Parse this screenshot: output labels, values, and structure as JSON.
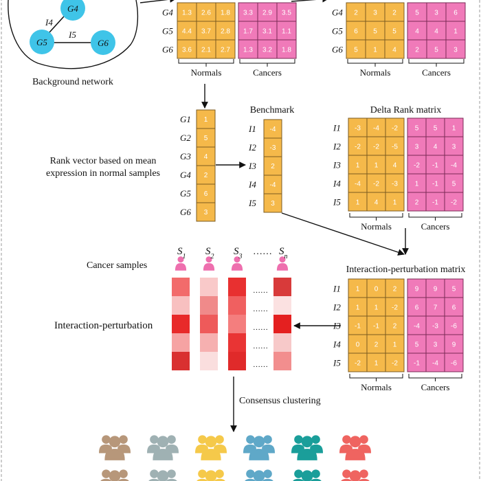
{
  "colors": {
    "normal_fill": "#f5b94a",
    "normal_stroke": "#7a5a20",
    "cancer_fill": "#f07ab9",
    "cancer_stroke": "#7a2a55",
    "node_fill": "#3fc4e8",
    "person_pink": "#ee6fae",
    "dashed_border": "#9a9a9a"
  },
  "network": {
    "caption": "Background network",
    "nodes": [
      "G4",
      "G5",
      "G6"
    ],
    "edges": [
      "I4",
      "I5"
    ]
  },
  "expression_matrix": {
    "rows": [
      "G4",
      "G5",
      "G6"
    ],
    "normals": [
      [
        "1.3",
        "2.6",
        "1.8"
      ],
      [
        "4.4",
        "3.7",
        "2.8"
      ],
      [
        "3.6",
        "2.1",
        "2.7"
      ]
    ],
    "cancers": [
      [
        "3.3",
        "2.9",
        "3.5"
      ],
      [
        "1.7",
        "3.1",
        "1.1"
      ],
      [
        "1.3",
        "3.2",
        "1.8"
      ]
    ],
    "normals_label": "Normals",
    "cancers_label": "Cancers"
  },
  "rank_matrix": {
    "rows": [
      "G4",
      "G5",
      "G6"
    ],
    "normals": [
      [
        "2",
        "3",
        "2"
      ],
      [
        "6",
        "5",
        "5"
      ],
      [
        "5",
        "1",
        "4"
      ]
    ],
    "cancers": [
      [
        "5",
        "3",
        "6"
      ],
      [
        "4",
        "4",
        "1"
      ],
      [
        "2",
        "5",
        "3"
      ]
    ],
    "normals_label": "Normals",
    "cancers_label": "Cancers"
  },
  "rank_vector": {
    "caption_line1": "Rank vector based on mean",
    "caption_line2": "expression in normal samples",
    "rows": [
      "G1",
      "G2",
      "G3",
      "G4",
      "G5",
      "G6"
    ],
    "values": [
      "1",
      "5",
      "4",
      "2",
      "6",
      "3"
    ]
  },
  "benchmark": {
    "title": "Benchmark",
    "rows": [
      "I1",
      "I2",
      "I3",
      "I4",
      "I5"
    ],
    "values": [
      "-4",
      "-3",
      "2",
      "-4",
      "3"
    ]
  },
  "delta_rank": {
    "title": "Delta Rank matrix",
    "rows": [
      "I1",
      "I2",
      "I3",
      "I4",
      "I5"
    ],
    "normals": [
      [
        "-3",
        "-4",
        "-2"
      ],
      [
        "-2",
        "-2",
        "-5"
      ],
      [
        "1",
        "1",
        "4"
      ],
      [
        "-4",
        "-2",
        "-3"
      ],
      [
        "1",
        "4",
        "1"
      ]
    ],
    "cancers": [
      [
        "5",
        "5",
        "1"
      ],
      [
        "3",
        "4",
        "3"
      ],
      [
        "-2",
        "-1",
        "-4"
      ],
      [
        "1",
        "-1",
        "5"
      ],
      [
        "2",
        "-1",
        "-2"
      ]
    ],
    "normals_label": "Normals",
    "cancers_label": "Cancers"
  },
  "interaction_matrix": {
    "title": "Interaction-perturbation matrix",
    "rows": [
      "I1",
      "I2",
      "I3",
      "I4",
      "I5"
    ],
    "normals": [
      [
        "1",
        "0",
        "2"
      ],
      [
        "1",
        "1",
        "-2"
      ],
      [
        "-1",
        "-1",
        "2"
      ],
      [
        "0",
        "2",
        "1"
      ],
      [
        "-2",
        "1",
        "-2"
      ]
    ],
    "cancers": [
      [
        "9",
        "9",
        "5"
      ],
      [
        "6",
        "7",
        "6"
      ],
      [
        "-4",
        "-3",
        "-6"
      ],
      [
        "5",
        "3",
        "9"
      ],
      [
        "-1",
        "-4",
        "-6"
      ]
    ],
    "normals_label": "Normals",
    "cancers_label": "Cancers"
  },
  "heatmap": {
    "samples_label": "Cancer samples",
    "row_label": "Interaction-perturbation",
    "sample_names": [
      "S1",
      "S2",
      "S3",
      "Sn"
    ],
    "dots": "……",
    "columns": [
      [
        "#f26b6b",
        "#f8c0c0",
        "#e82a2a",
        "#f6a3a3",
        "#d93030"
      ],
      [
        "#f9c9c9",
        "#f08a8a",
        "#ee5a5a",
        "#f6b0b0",
        "#fadede"
      ],
      [
        "#e83030",
        "#f06060",
        "#f47e7e",
        "#e93434",
        "#e02a2a"
      ],
      [
        "#d83a3a",
        "#fbe1e1",
        "#e42020",
        "#f7c9c9",
        "#f28e8e"
      ]
    ]
  },
  "clustering": {
    "label": "Consensus clustering",
    "group_colors": [
      "#b7977a",
      "#9fb1b3",
      "#f5c94a",
      "#5fa8c8",
      "#1a9e9a",
      "#ef6460"
    ]
  }
}
